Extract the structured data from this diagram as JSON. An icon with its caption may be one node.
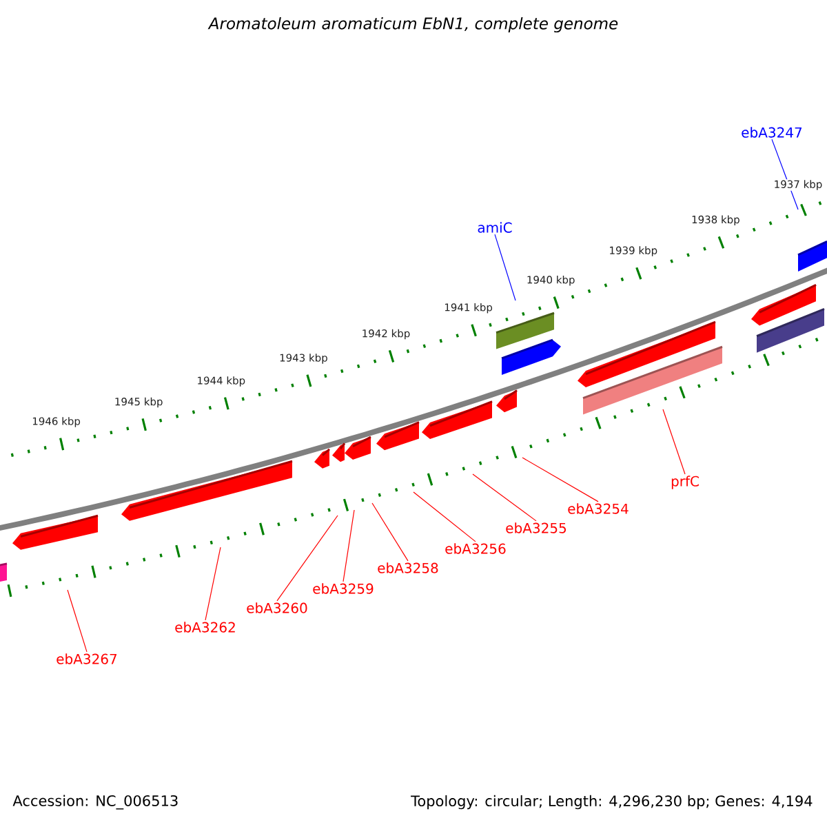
{
  "diagram": {
    "title": "Aromatoleum aromaticum EbN1, complete genome",
    "nodes": [
      {
        "text": [
          "ebA3247"
        ]
      },
      {
        "text": [
          "amiC"
        ]
      },
      {
        "text": [
          "prfC"
        ]
      },
      {
        "text": [
          "ebA3254"
        ]
      },
      {
        "text": [
          "ebA3255"
        ]
      },
      {
        "text": [
          "ebA3256"
        ]
      },
      {
        "text": [
          "ebA3258"
        ]
      },
      {
        "text": [
          "ebA3259"
        ]
      },
      {
        "text": [
          "ebA3260"
        ]
      },
      {
        "text": [
          "ebA3262"
        ]
      },
      {
        "text": [
          "ebA3267"
        ]
      }
    ],
    "edges": [
      {
        "from": 0,
        "to": null,
        "arrow": "none",
        "color": "#0000ff"
      },
      {
        "from": 1,
        "to": null,
        "arrow": "none",
        "color": "#0000ff"
      },
      {
        "from": 2,
        "to": null,
        "arrow": "none"
      },
      {
        "from": 3,
        "to": null,
        "arrow": "none"
      },
      {
        "from": 4,
        "to": null,
        "arrow": "none"
      },
      {
        "from": 5,
        "to": null,
        "arrow": "none"
      },
      {
        "from": 6,
        "to": null,
        "arrow": "none"
      },
      {
        "from": 7,
        "to": null,
        "arrow": "none"
      },
      {
        "from": 8,
        "to": null,
        "arrow": "none"
      },
      {
        "from": 9,
        "to": null,
        "arrow": "none"
      },
      {
        "from": 10,
        "to": null,
        "arrow": "none"
      }
    ],
    "labels": [
      "1937 kbp",
      "1938 kbp",
      "1939 kbp",
      "1940 kbp",
      "1941 kbp",
      "1942 kbp",
      "1943 kbp",
      "1944 kbp",
      "1945 kbp",
      "1946 kbp",
      "Accession: NC_006513",
      "Topology: circular; Length: 4,296,230 bp; Genes: 4,194"
    ]
  }
}
